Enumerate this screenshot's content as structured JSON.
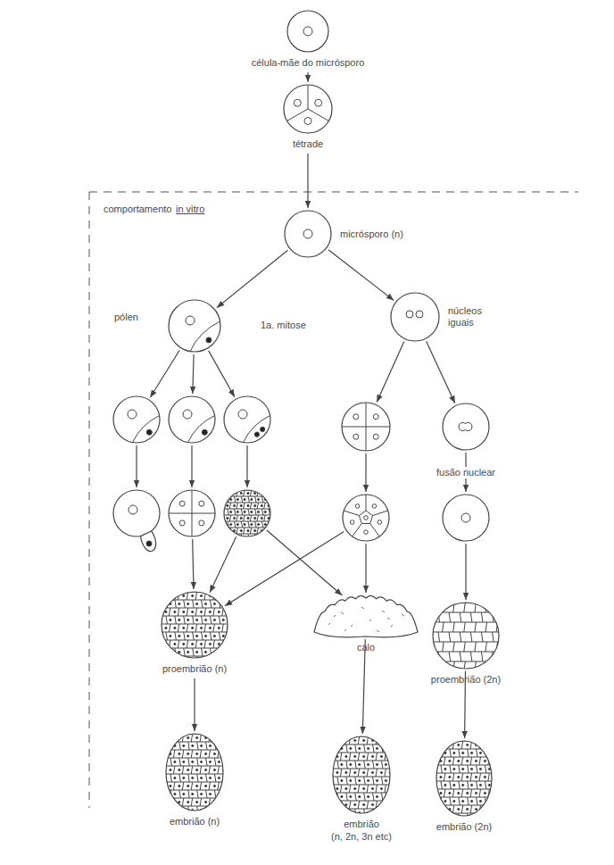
{
  "diagram": {
    "nodes": [
      {
        "text": [
          "célula-mãe do micrósporo"
        ]
      },
      {
        "text": [
          "tétrade"
        ]
      },
      {
        "text": [
          "micrósporo (n)"
        ]
      },
      {
        "text": []
      },
      {
        "text": [
          "núcleos iguais"
        ]
      },
      {
        "text": []
      },
      {
        "text": []
      },
      {
        "text": []
      },
      {
        "text": []
      },
      {
        "text": []
      },
      {
        "text": []
      },
      {
        "text": []
      },
      {
        "text": []
      },
      {
        "text": []
      },
      {
        "text": []
      },
      {
        "text": [
          "proembrião (n)"
        ]
      },
      {
        "text": [
          "calo"
        ]
      },
      {
        "text": [
          "proembrião (2n)"
        ]
      },
      {
        "text": [
          "embrião (n)"
        ]
      },
      {
        "text": [
          "embrião",
          "(n, 2n, 3n etc)"
        ]
      },
      {
        "text": [
          "embrião (2n)"
        ]
      }
    ],
    "edges": [
      {
        "from": 0,
        "to": 1,
        "arrow": "to"
      },
      {
        "from": 1,
        "to": 2,
        "arrow": "to"
      },
      {
        "from": 2,
        "to": 3,
        "arrow": "to"
      },
      {
        "from": 2,
        "to": 4,
        "arrow": "to"
      },
      {
        "from": 3,
        "to": 5,
        "arrow": "to"
      },
      {
        "from": 3,
        "to": 6,
        "arrow": "to"
      },
      {
        "from": 3,
        "to": 7,
        "arrow": "to"
      },
      {
        "from": 5,
        "to": 10,
        "arrow": "to"
      },
      {
        "from": 6,
        "to": 11,
        "arrow": "to"
      },
      {
        "from": 7,
        "to": 12,
        "arrow": "to"
      },
      {
        "from": 4,
        "to": 8,
        "arrow": "to"
      },
      {
        "from": 4,
        "to": 9,
        "arrow": "to"
      },
      {
        "from": 8,
        "to": 13,
        "arrow": "to"
      },
      {
        "from": 9,
        "to": 14,
        "label": "fusão nuclear",
        "arrow": "to"
      },
      {
        "from": 11,
        "to": 15,
        "arrow": "to"
      },
      {
        "from": 12,
        "to": 15,
        "arrow": "to"
      },
      {
        "from": 13,
        "to": 15,
        "arrow": "to"
      },
      {
        "from": 12,
        "to": 16,
        "arrow": "to"
      },
      {
        "from": 13,
        "to": 16,
        "arrow": "to"
      },
      {
        "from": 14,
        "to": 17,
        "arrow": "to"
      },
      {
        "from": 15,
        "to": 18,
        "arrow": "to"
      },
      {
        "from": 16,
        "to": 19,
        "arrow": "to"
      },
      {
        "from": 17,
        "to": 20,
        "arrow": "to"
      }
    ],
    "labels": [
      "comportamento",
      "in vitro",
      "pólen",
      "1a. mitose"
    ]
  }
}
